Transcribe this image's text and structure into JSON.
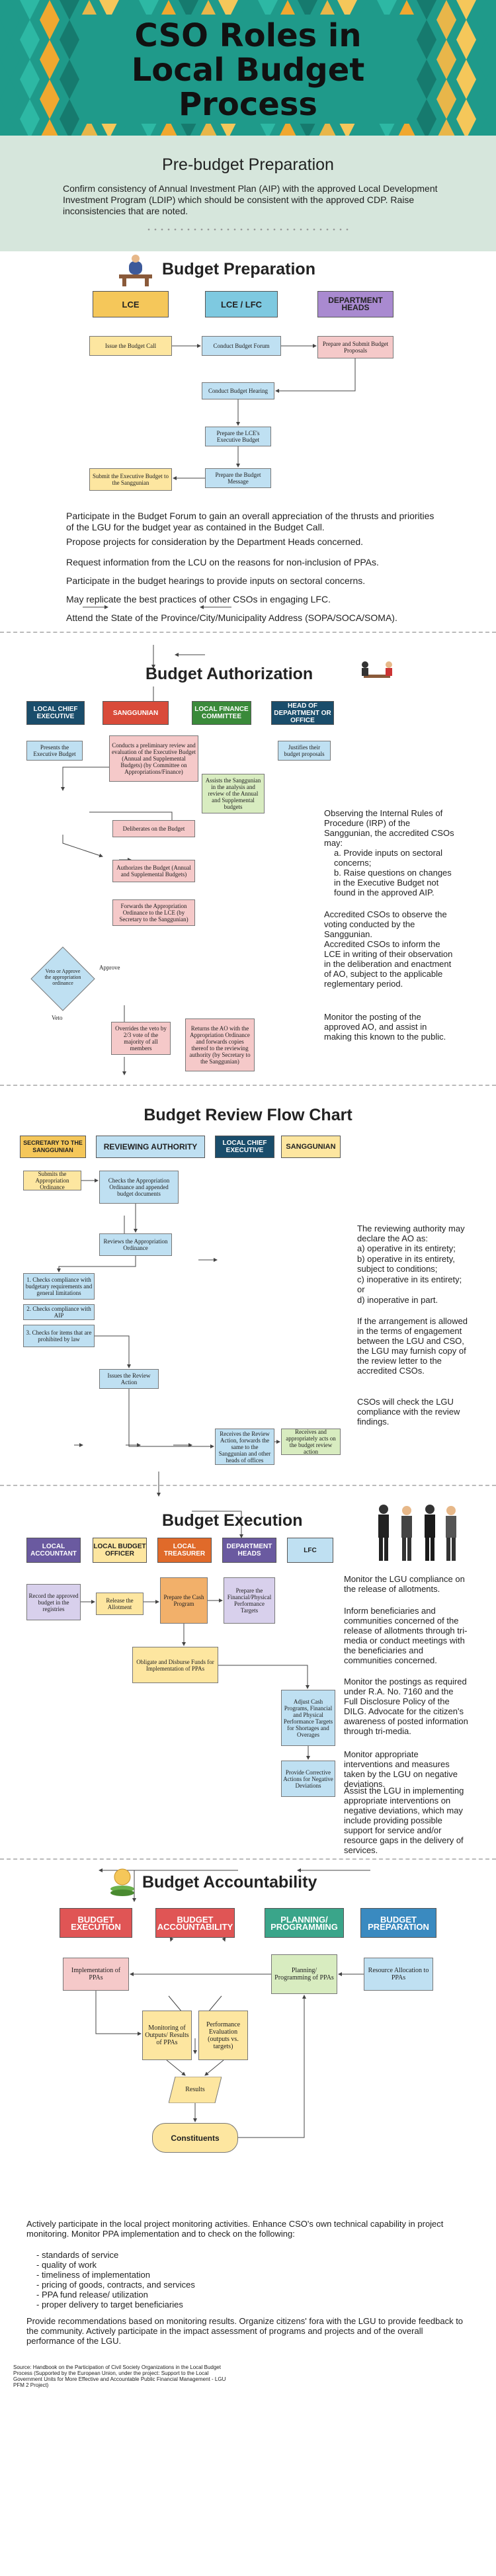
{
  "title": "CSO Roles in Local Budget Process",
  "prebudget": {
    "heading": "Pre-budget Preparation",
    "text": "Confirm consistency of Annual Investment Plan (AIP) with the approved Local Development Investment Program (LDIP) which should be consistent with the approved CDP. Raise inconsistencies that are noted."
  },
  "budget_preparation": {
    "heading": "Budget Preparation",
    "lanes": [
      "LCE",
      "LCE / LFC",
      "DEPARTMENT HEADS"
    ],
    "boxes": [
      "Issue the Budget Call",
      "Conduct Budget Forum",
      "Prepare and Submit Budget Proposals",
      "Conduct Budget Hearing",
      "Prepare the LCE's Executive Budget",
      "Prepare the Budget Message",
      "Submit the Executive Budget to the Sanggunian"
    ],
    "paragraphs": [
      "Participate in the Budget Forum to gain an overall appreciation of the thrusts and priorities of the LGU for the budget year as contained in the Budget Call.",
      "Propose projects for consideration by the Department Heads concerned.",
      "Request information from the LCU on the reasons for non-inclusion of PPAs.",
      "Participate in the budget hearings to provide inputs on sectoral concerns.",
      "May replicate the best practices of other CSOs in engaging LFC.",
      "Attend the State of the Province/City/Municipality Address (SOPA/SOCA/SOMA)."
    ]
  },
  "budget_authorization": {
    "heading": "Budget Authorization",
    "lanes": [
      "LOCAL CHIEF EXECUTIVE",
      "SANGGUNIAN",
      "LOCAL FINANCE COMMITTEE",
      "HEAD OF DEPARTMENT OR OFFICE"
    ],
    "boxes": [
      "Presents the Executive Budget",
      "Conducts a preliminary review and evaluation of the Executive Budget (Annual and Supplemental Budgets) (by Committee on Appropriations/Finance)",
      "Justifies their budget proposals",
      "Assists the Sanggunian in the analysis and review of the Annual and Supplemental budgets",
      "Deliberates on the Budget",
      "Authorizes the Budget (Annual and Supplemental Budgets)",
      "Forwards the Appropriation Ordinance to the LCE (by Secretary to the Sanggunian)",
      "Veto or Approve the appropriation ordinance",
      "Approve",
      "Veto",
      "Overrides the veto by 2/3 vote of the majority of all members",
      "Returns the AO with the Appropriation Ordinance and forwards copies thereof to the reviewing authority (by Secretary to the Sanggunian)"
    ],
    "side_text": [
      "Observing the Internal Rules of Procedure (IRP) of the Sanggunian, the accredited CSOs may:",
      "a. Provide inputs on sectoral concerns;",
      "b. Raise questions on changes in the Executive Budget not found in the approved AIP.",
      "Accredited CSOs to observe the voting conducted by the Sanggunian.",
      "Accredited CSOs to inform the LCE in writing of their observation in the deliberation and enactment of AO, subject to the applicable reglementary period.",
      "Monitor the posting of the approved AO, and assist in making this known to the public."
    ]
  },
  "budget_review": {
    "heading": "Budget Review Flow Chart",
    "lanes": [
      "SECRETARY TO THE SANGGUNIAN",
      "REVIEWING AUTHORITY",
      "LOCAL CHIEF EXECUTIVE",
      "SANGGUNIAN"
    ],
    "boxes": [
      "Submits the Appropriation Ordinance",
      "Checks the Appropriation Ordinance and appended budget documents",
      "Reviews the Appropriation Ordinance",
      "1. Checks compliance with budgetary requirements and general limitations",
      "2. Checks compliance with AIP",
      "3. Checks for items that are prohibited by law",
      "Issues the Review Action",
      "Receives the Review Action, forwards the same to the Sanggunian and other heads of offices",
      "Receives and appropriately acts on the budget review action"
    ],
    "side_text": [
      "The reviewing authority may declare the AO as:",
      "a) operative in its entirety;",
      "b) operative in its entirety, subject to conditions;",
      "c) inoperative in its entirety; or",
      "d) inoperative in part.",
      "If the arrangement is allowed in the terms of engagement between the LGU and CSO, the LGU may furnish copy of the review letter to the accredited CSOs.",
      "CSOs will check the LGU compliance with the review findings."
    ]
  },
  "budget_execution": {
    "heading": "Budget Execution",
    "lanes": [
      "LOCAL ACCOUNTANT",
      "LOCAL BUDGET OFFICER",
      "LOCAL TREASURER",
      "DEPARTMENT HEADS",
      "LFC"
    ],
    "boxes": [
      "Record the approved budget in the registries",
      "Release the Allotment",
      "Prepare the Cash Program",
      "Prepare the Financial/Physical Performance Targets",
      "Obligate and Disburse Funds for Implementation of PPAs",
      "Adjust Cash Programs, Financial and Physical Performance Targets for Shortages and Overages",
      "Provide Corrective Actions for Negative Deviations"
    ],
    "side_text": [
      "Monitor the LGU compliance on the release of allotments.",
      "Inform beneficiaries and communities concerned of the release of allotments through tri-media or conduct meetings with the beneficiaries and communities concerned.",
      "Monitor the postings as required under R.A. No. 7160 and the Full Disclosure Policy of the DILG. Advocate for the citizen's awareness of posted information through tri-media.",
      "Monitor appropriate interventions and measures taken by the LGU on negative deviations.",
      "Assist the LGU in implementing appropriate interventions on negative deviations, which may include providing possible support for service and/or resource gaps in the delivery of services."
    ]
  },
  "budget_accountability": {
    "heading": "Budget Accountability",
    "lanes": [
      "BUDGET EXECUTION",
      "BUDGET ACCOUNTABILITY",
      "PLANNING/ PROGRAMMING",
      "BUDGET PREPARATION"
    ],
    "boxes": [
      "Implementation of PPAs",
      "Planning/ Programming of PPAs",
      "Resource Allocation to PPAs",
      "Monitoring of Outputs/ Results of PPAs",
      "Performance Evaluation (outputs vs. targets)",
      "Results",
      "Constituents"
    ],
    "paragraphs": [
      "Actively participate in the local project monitoring activities. Enhance CSO's own technical capability in project monitoring. Monitor PPA implementation and to check on the following:",
      "- standards of service",
      "- quality of work",
      "- timeliness of implementation",
      "- pricing of goods, contracts, and services",
      "- PPA fund release/ utilization",
      "- proper delivery to target beneficiaries",
      "Provide recommendations based on monitoring results. Organize citizens' fora with the LGU to provide feedback to the community. Actively participate in the impact assessment of programs and projects and of the overall performance of the LGU."
    ]
  },
  "source": "Source: Handbook on the Participation of Civil Society Organizations in the Local Budget Process (Supported by the European Union, under the project: Support to the Local Government Units for More Effective and Accountable Public Financial Management - LGU PFM 2 Project)"
}
